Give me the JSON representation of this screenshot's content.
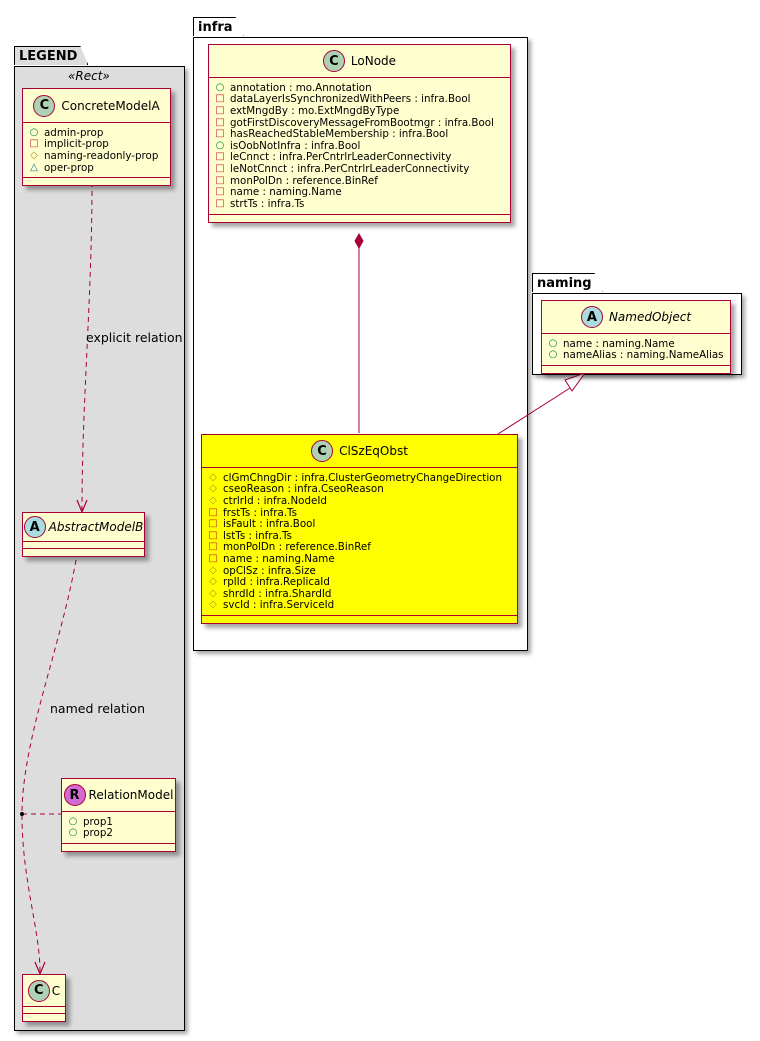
{
  "packages": {
    "legend": {
      "name": "LEGEND",
      "stereotype": "«Rect»"
    },
    "infra": {
      "name": "infra"
    },
    "naming": {
      "name": "naming"
    }
  },
  "classes": {
    "concrete_model_a": {
      "badge": "C",
      "name": "ConcreteModelA",
      "attributes": [
        {
          "visibility": "public",
          "text": "admin-prop"
        },
        {
          "visibility": "private",
          "text": "implicit-prop"
        },
        {
          "visibility": "protected",
          "text": "naming-readonly-prop"
        },
        {
          "visibility": "package",
          "text": "oper-prop"
        }
      ]
    },
    "abstract_model_b": {
      "badge": "A",
      "name": "AbstractModelB",
      "attributes": []
    },
    "relation_model": {
      "badge": "R",
      "name": "RelationModel",
      "attributes": [
        {
          "visibility": "public",
          "text": "prop1"
        },
        {
          "visibility": "public",
          "text": "prop2"
        }
      ]
    },
    "c": {
      "badge": "C",
      "name": "C",
      "attributes": []
    },
    "lo_node": {
      "badge": "C",
      "name": "LoNode",
      "attributes": [
        {
          "visibility": "public",
          "text": "annotation : mo.Annotation"
        },
        {
          "visibility": "private",
          "text": "dataLayerIsSynchronizedWithPeers : infra.Bool"
        },
        {
          "visibility": "private",
          "text": "extMngdBy : mo.ExtMngdByType"
        },
        {
          "visibility": "private",
          "text": "gotFirstDiscoveryMessageFromBootmgr : infra.Bool"
        },
        {
          "visibility": "private",
          "text": "hasReachedStableMembership : infra.Bool"
        },
        {
          "visibility": "public",
          "text": "isOobNotInfra : infra.Bool"
        },
        {
          "visibility": "private",
          "text": "leCnnct : infra.PerCntrlrLeaderConnectivity"
        },
        {
          "visibility": "private",
          "text": "leNotCnnct : infra.PerCntrlrLeaderConnectivity"
        },
        {
          "visibility": "private",
          "text": "monPolDn : reference.BinRef"
        },
        {
          "visibility": "private",
          "text": "name : naming.Name"
        },
        {
          "visibility": "private",
          "text": "strtTs : infra.Ts"
        }
      ]
    },
    "cl_sz_eq_obst": {
      "badge": "C",
      "name": "ClSzEqObst",
      "attributes": [
        {
          "visibility": "protected",
          "text": "clGmChngDir : infra.ClusterGeometryChangeDirection"
        },
        {
          "visibility": "protected",
          "text": "cseoReason : infra.CseoReason"
        },
        {
          "visibility": "protected",
          "text": "ctrlrId : infra.NodeId"
        },
        {
          "visibility": "private",
          "text": "frstTs : infra.Ts"
        },
        {
          "visibility": "private",
          "text": "isFault : infra.Bool"
        },
        {
          "visibility": "private",
          "text": "lstTs : infra.Ts"
        },
        {
          "visibility": "private",
          "text": "monPolDn : reference.BinRef"
        },
        {
          "visibility": "private",
          "text": "name : naming.Name"
        },
        {
          "visibility": "protected",
          "text": "opClSz : infra.Size"
        },
        {
          "visibility": "protected",
          "text": "rplId : infra.ReplicaId"
        },
        {
          "visibility": "protected",
          "text": "shrdId : infra.ShardId"
        },
        {
          "visibility": "protected",
          "text": "svcId : infra.ServiceId"
        }
      ]
    },
    "named_object": {
      "badge": "A",
      "name": "NamedObject",
      "attributes": [
        {
          "visibility": "public",
          "text": "name : naming.Name"
        },
        {
          "visibility": "public",
          "text": "nameAlias : naming.NameAlias"
        }
      ]
    }
  },
  "relations": {
    "explicit": {
      "label": "explicit relation"
    },
    "named": {
      "label": "named relation"
    }
  },
  "colors": {
    "class_fill": "#fefece",
    "highlight_fill": "#ffff00",
    "border": "#a80036",
    "legend_bg": "#dddddd"
  }
}
